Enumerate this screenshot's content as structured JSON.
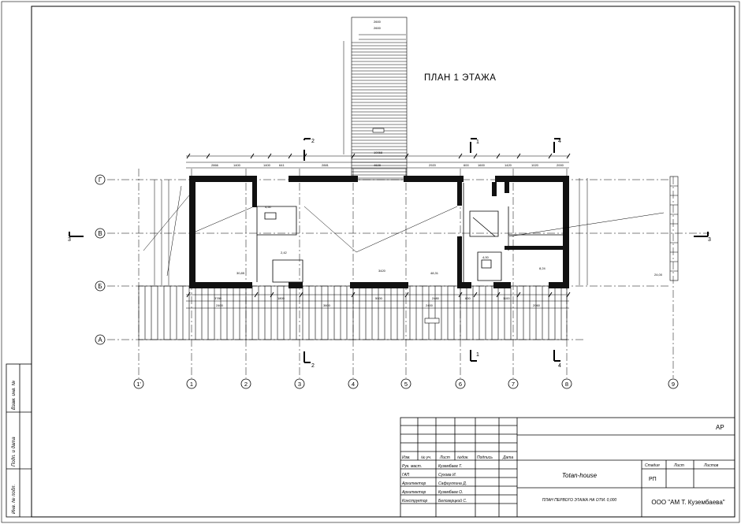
{
  "drawing": {
    "title": "ПЛАН  1 ЭТАЖА",
    "grid_letters": [
      "Г",
      "В",
      "Б",
      "А"
    ],
    "grid_numbers": [
      "1'",
      "1",
      "2",
      "3",
      "4",
      "5",
      "6",
      "7",
      "8",
      "9"
    ],
    "section_marks": [
      "2",
      "1",
      "4",
      "3"
    ]
  },
  "title_block": {
    "sheet_code": "АР",
    "header_labels": [
      "Изм.",
      "№ уч.",
      "Лист",
      "№док.",
      "Подпись",
      "Дата"
    ],
    "roles": [
      {
        "role": "Рук. маст.",
        "name": "Кузембаев Т."
      },
      {
        "role": "ГАП",
        "name": "Сухова И."
      },
      {
        "role": "Архитектор",
        "name": "Сафиуллина Д."
      },
      {
        "role": "Архитектор",
        "name": "Кузембаев О."
      },
      {
        "role": "Конструктор",
        "name": "Белозерцкий С."
      }
    ],
    "project": "Totan-house",
    "sheet_title": "ПЛАН ПЕРВОГО ЭТАЖА НА ОТМ. 0,000",
    "stage_label": "Стадия",
    "sheet_label": "Лист",
    "sheets_label": "Листов",
    "stage_value": "РП",
    "company": "ООО \"АМ Т. Кузембаева\""
  },
  "side_stamp": {
    "labels": [
      "Взам. инв. №",
      "Подп. и дата",
      "Инв. № подл."
    ]
  }
}
